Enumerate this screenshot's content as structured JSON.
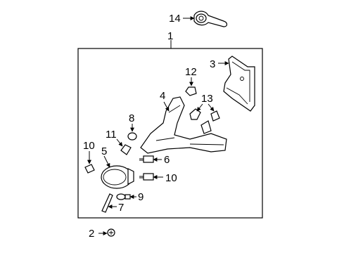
{
  "callouts": {
    "c1": "1",
    "c2": "2",
    "c3": "3",
    "c4": "4",
    "c5": "5",
    "c6": "6",
    "c7": "7",
    "c8": "8",
    "c9": "9",
    "c10a": "10",
    "c10b": "10",
    "c11": "11",
    "c12": "12",
    "c13": "13",
    "c14": "14"
  },
  "colors": {
    "line": "#000000",
    "background": "#ffffff"
  }
}
